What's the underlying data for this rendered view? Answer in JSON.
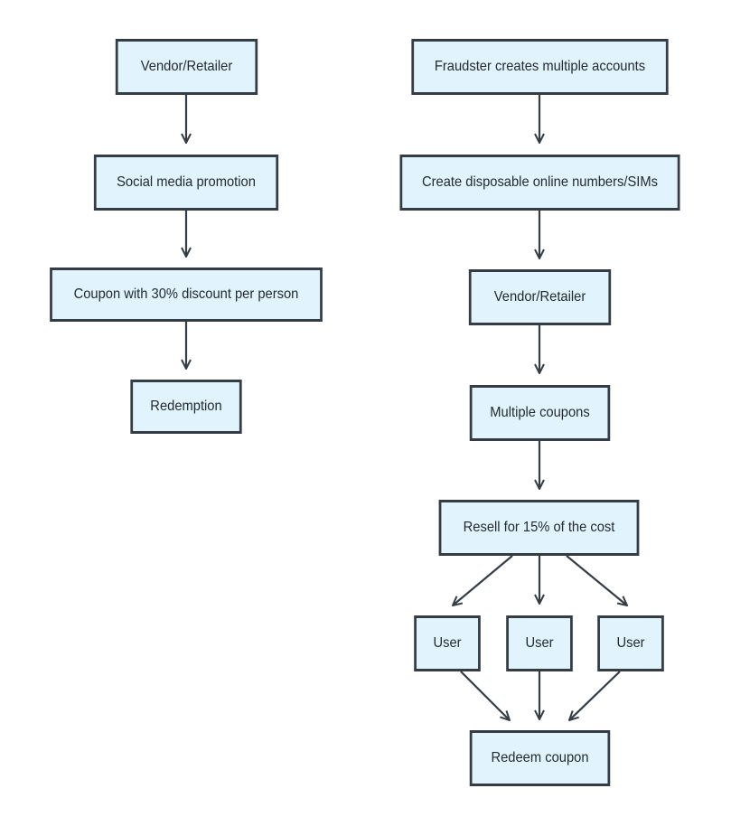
{
  "colors": {
    "node_fill": "#e1f3fc",
    "node_border": "#343d44",
    "edge": "#343d44",
    "text": "#222a30"
  },
  "left_flow": {
    "nodes": [
      "Vendor/Retailer",
      "Social media promotion",
      "Coupon with 30% discount per person",
      "Redemption"
    ]
  },
  "right_flow": {
    "nodes": [
      "Fraudster creates multiple accounts",
      "Create disposable online numbers/SIMs",
      "Vendor/Retailer",
      "Multiple coupons",
      "Resell for 15% of the cost",
      "User",
      "User",
      "User",
      "Redeem coupon"
    ]
  }
}
